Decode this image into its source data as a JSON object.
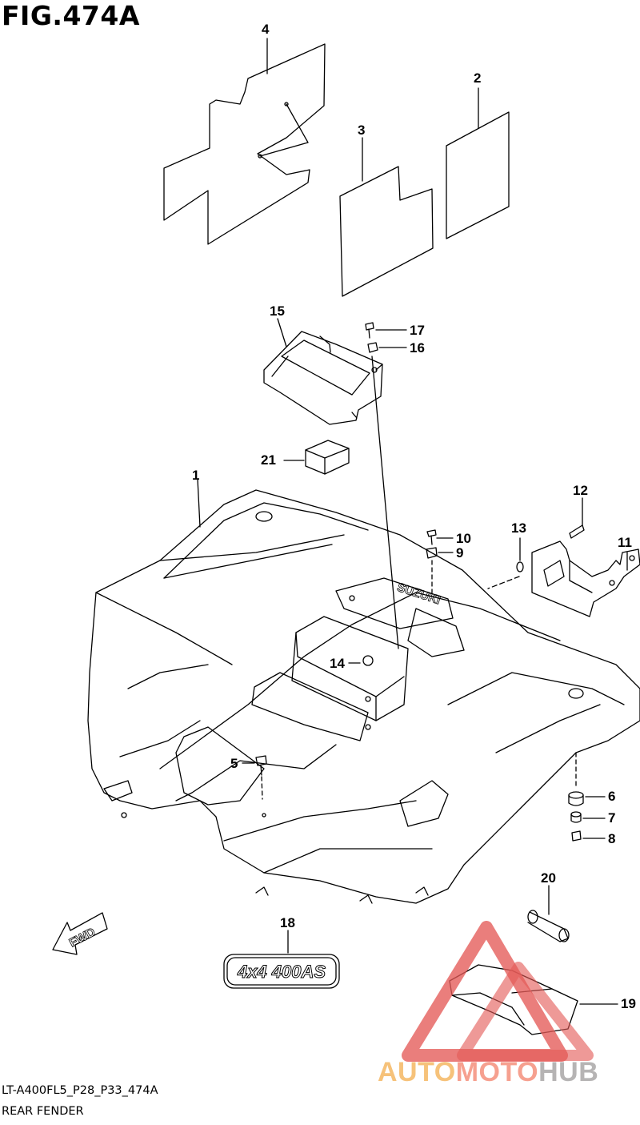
{
  "figure": {
    "title": "FIG.474A",
    "code": "LT-A400FL5_P28_P33_474A",
    "name": "REAR FENDER"
  },
  "callouts": [
    {
      "id": "c1",
      "label": "1"
    },
    {
      "id": "c2",
      "label": "2"
    },
    {
      "id": "c3",
      "label": "3"
    },
    {
      "id": "c4",
      "label": "4"
    },
    {
      "id": "c5",
      "label": "5"
    },
    {
      "id": "c6",
      "label": "6"
    },
    {
      "id": "c7",
      "label": "7"
    },
    {
      "id": "c8",
      "label": "8"
    },
    {
      "id": "c9",
      "label": "9"
    },
    {
      "id": "c10",
      "label": "10"
    },
    {
      "id": "c11",
      "label": "11"
    },
    {
      "id": "c12",
      "label": "12"
    },
    {
      "id": "c13",
      "label": "13"
    },
    {
      "id": "c14",
      "label": "14"
    },
    {
      "id": "c15",
      "label": "15"
    },
    {
      "id": "c16",
      "label": "16"
    },
    {
      "id": "c17",
      "label": "17"
    },
    {
      "id": "c18",
      "label": "18"
    },
    {
      "id": "c19",
      "label": "19"
    },
    {
      "id": "c20",
      "label": "20"
    },
    {
      "id": "c21",
      "label": "21"
    }
  ],
  "embedded_text": {
    "fwd_arrow": "FWD",
    "fender_logo": "SUZUKI",
    "emblem": "4x4 400AS"
  },
  "watermark": {
    "auto": "AUTO",
    "moto": "MOTO",
    "hub": "HUB"
  },
  "colors": {
    "line": "#000000",
    "watermark_triangle": "#e45a57",
    "watermark_auto": "#f6c27a",
    "watermark_moto": "#f6a08f",
    "watermark_hub": "#b6b4b4"
  }
}
